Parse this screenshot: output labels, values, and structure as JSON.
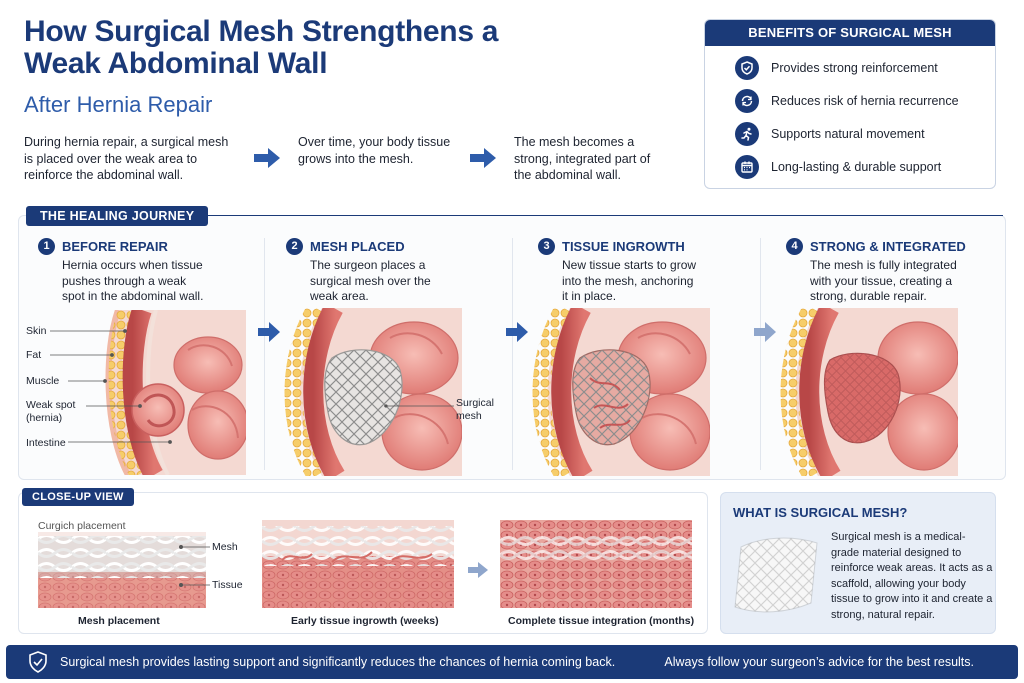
{
  "header": {
    "title": "How Surgical Mesh Strengthens a Weak Abdominal Wall",
    "subtitle": "After Hernia Repair"
  },
  "intro": [
    "During hernia repair, a surgical mesh is placed over the weak area to reinforce the abdominal wall.",
    "Over time, your body tissue grows into the mesh.",
    "The mesh becomes a strong, integrated part of the abdominal wall."
  ],
  "benefits": {
    "heading": "BENEFITS OF SURGICAL MESH",
    "items": [
      {
        "icon": "shield-check-icon",
        "text": "Provides strong reinforcement"
      },
      {
        "icon": "recycle-arrows-icon",
        "text": "Reduces risk of hernia recurrence"
      },
      {
        "icon": "running-person-icon",
        "text": "Supports natural movement"
      },
      {
        "icon": "calendar-icon",
        "text": "Long-lasting & durable support"
      }
    ]
  },
  "journey": {
    "heading": "THE HEALING JOURNEY",
    "steps": [
      {
        "num": "1",
        "title": "BEFORE REPAIR",
        "desc": "Hernia occurs when tissue pushes through a weak spot in the abdominal wall."
      },
      {
        "num": "2",
        "title": "MESH PLACED",
        "desc": "The surgeon places a surgical mesh over the weak area."
      },
      {
        "num": "3",
        "title": "TISSUE INGROWTH",
        "desc": "New tissue starts to grow into the mesh, anchoring it in place."
      },
      {
        "num": "4",
        "title": "STRONG & INTEGRATED",
        "desc": "The mesh is fully integrated with your tissue, creating a strong, durable repair."
      }
    ],
    "anatomy_labels": [
      "Skin",
      "Fat",
      "Muscle",
      "Weak spot (hernia)",
      "Intestine"
    ],
    "mesh_label": "Surgical mesh"
  },
  "closeup": {
    "heading": "CLOSE-UP VIEW",
    "panel_label": "Curgich placement",
    "mesh_label": "Mesh",
    "tissue_label": "Tissue",
    "captions": [
      "Mesh placement",
      "Early tissue ingrowth (weeks)",
      "Complete tissue integration (months)"
    ]
  },
  "whatis": {
    "heading": "WHAT IS SURGICAL MESH?",
    "text": "Surgical mesh is a medical-grade material designed to reinforce weak areas. It acts as a scaffold, allowing your body tissue to grow into it and create a strong, natural repair."
  },
  "footer": {
    "left": "Surgical mesh provides lasting support and significantly reduces the chances of hernia coming back.",
    "right": "Always follow your surgeon’s advice for the best results."
  },
  "colors": {
    "navy": "#1b3a78",
    "accent": "#2e5caa",
    "tissue": "#d9646a",
    "fat": "#f3c35b"
  }
}
